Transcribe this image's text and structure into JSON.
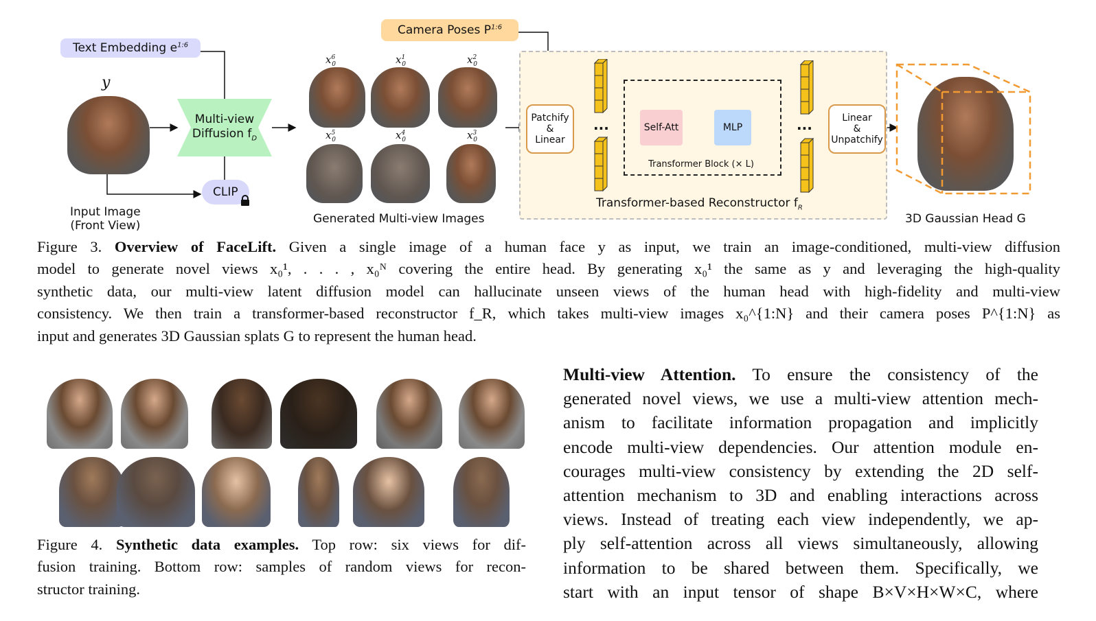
{
  "figure3": {
    "text_embedding_label": "Text Embedding e",
    "text_embedding_sup": "1:6",
    "camera_poses_label": "Camera Poses P",
    "camera_poses_sup": "1:6",
    "input_var": "y",
    "diffusion_line1": "Multi-view",
    "diffusion_line2": "Diffusion f",
    "diffusion_sub": "D",
    "clip_label": "CLIP",
    "lock_icon": "lock-icon",
    "input_caption_line1": "Input Image",
    "input_caption_line2": "(Front View)",
    "view_labels_top": [
      "x",
      "x",
      "x"
    ],
    "view_sups_top": [
      "6",
      "1",
      "2"
    ],
    "view_labels_bottom": [
      "x",
      "x",
      "x"
    ],
    "view_sups_bottom": [
      "5",
      "4",
      "3"
    ],
    "view_sub": "0",
    "generated_caption": "Generated Multi-view Images",
    "patchify_lines": [
      "Patchify",
      "&",
      "Linear"
    ],
    "self_att": "Self-Att",
    "mlp": "MLP",
    "transformer_block": "Transformer Block (× L)",
    "ellipsis": "...",
    "reconstructor_label": "Transformer-based Reconstructor f",
    "reconstructor_sub": "R",
    "unpatchify_lines": [
      "Linear",
      "&",
      "Unpatchify"
    ],
    "gaussian_caption": "3D Gaussian Head G",
    "colors": {
      "text_embed_bg": "#d9dafc",
      "camera_bg": "#ffd89e",
      "diffusion_bg": "#b9f2c0",
      "recon_bg": "#fff6e4",
      "token_yellow": "#f4c21b",
      "self_att_bg": "#f9cfd2",
      "mlp_bg": "#bcd8fa",
      "cube_orange": "#f29a32"
    }
  },
  "caption3": {
    "label": "Figure 3.",
    "title": "Overview of FaceLift.",
    "line1": "Given a single image of a human face y as input, we train an image-conditioned, multi-view diffusion",
    "line2": "model to generate novel views x₀¹, . . . , x₀ᴺ covering the entire head. By generating x₀¹ the same as y and leveraging the high-quality",
    "line3": "synthetic data, our multi-view latent diffusion model can hallucinate unseen views of the human head with high-fidelity and multi-view",
    "line4": "consistency. We then train a transformer-based reconstructor f_R, which takes multi-view images x₀^{1:N} and their camera poses P^{1:N} as",
    "line5": "input and generates 3D Gaussian splats G to represent the human head."
  },
  "caption4": {
    "label": "Figure 4.",
    "title": "Synthetic data examples.",
    "line1": "Top row: six views for dif-",
    "line2": "fusion training. Bottom row: samples of random views for recon-",
    "line3": "structor training."
  },
  "section": {
    "heading": "Multi-view Attention.",
    "lines": [
      "To ensure the consistency of the",
      "generated novel views, we use a multi-view attention mech-",
      "anism to facilitate information propagation and implicitly",
      "encode multi-view dependencies. Our attention module en-",
      "courages multi-view consistency by extending the 2D self-",
      "attention mechanism to 3D and enabling interactions across",
      "views. Instead of treating each view independently, we ap-",
      "ply self-attention across all views simultaneously, allowing",
      "information to be shared between them. Specifically, we",
      "start with an input tensor of shape B×V×H×W×C, where"
    ]
  }
}
